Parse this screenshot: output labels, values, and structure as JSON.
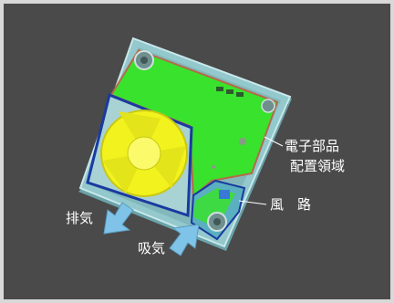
{
  "diagram": {
    "labels": {
      "electronics_area_line1": "電子部品",
      "electronics_area_line2": "配置領域",
      "air_duct": "風　路",
      "exhaust": "排気",
      "intake": "吸気"
    },
    "colors": {
      "background": "#4a4a4b",
      "frame": "#d9d9d9",
      "housing": "#93c8cc",
      "pcb": "#39e22d",
      "fan": "#f2f21e",
      "airflow_arrow": "#7fc4e8",
      "label_text": "#ffffff"
    }
  }
}
